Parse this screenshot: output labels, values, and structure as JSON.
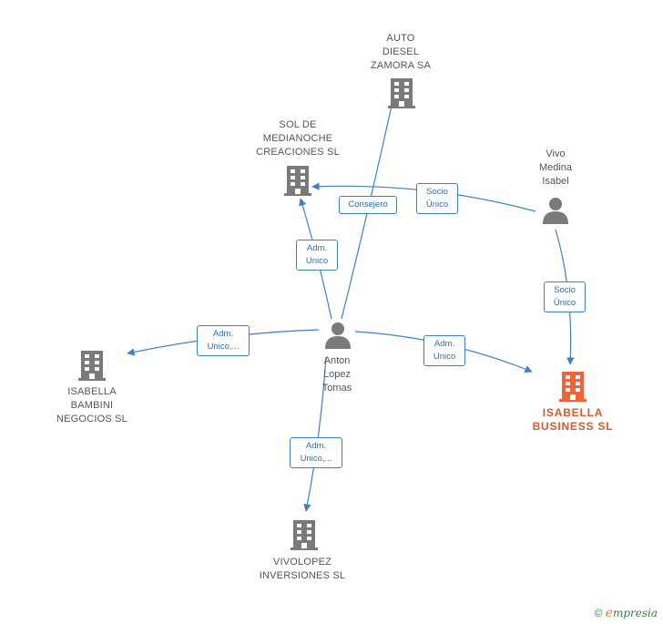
{
  "colors": {
    "edge": "#3d7fc9",
    "node": "#7a7a7a",
    "main_node": "#f0643c"
  },
  "nodes": {
    "auto_diesel": {
      "label": "AUTO\nDIESEL\nZAMORA SA",
      "icon": "building-icon"
    },
    "sol_de_medianoche": {
      "label": "SOL DE\nMEDIANOCHE\nCREACIONES SL",
      "icon": "building-icon"
    },
    "vivo_medina": {
      "label": "Vivo\nMedina\nIsabel",
      "icon": "person-icon"
    },
    "anton_lopez": {
      "label": "Anton\nLopez\nTomas",
      "icon": "person-icon"
    },
    "isabella_bambini": {
      "label": "ISABELLA\nBAMBINI\nNEGOCIOS  SL",
      "icon": "building-icon"
    },
    "isabella_business": {
      "label": "ISABELLA\nBUSINESS  SL",
      "icon": "building-icon"
    },
    "vivolopez": {
      "label": "VIVOLOPEZ\nINVERSIONES SL",
      "icon": "building-icon"
    }
  },
  "edges": {
    "anton_to_auto": "Consejero",
    "anton_to_sol": "Adm.\nUnico",
    "vivo_to_sol": "Socio\nÚnico",
    "vivo_to_business": "Socio\nÚnico",
    "anton_to_bambini": "Adm.\nUnico,...",
    "anton_to_business": "Adm.\nUnico",
    "anton_to_vivolopez": "Adm.\nUnico,..."
  },
  "footer": {
    "copyright": "©",
    "brand": "mpresia",
    "brand_initial": "e"
  }
}
